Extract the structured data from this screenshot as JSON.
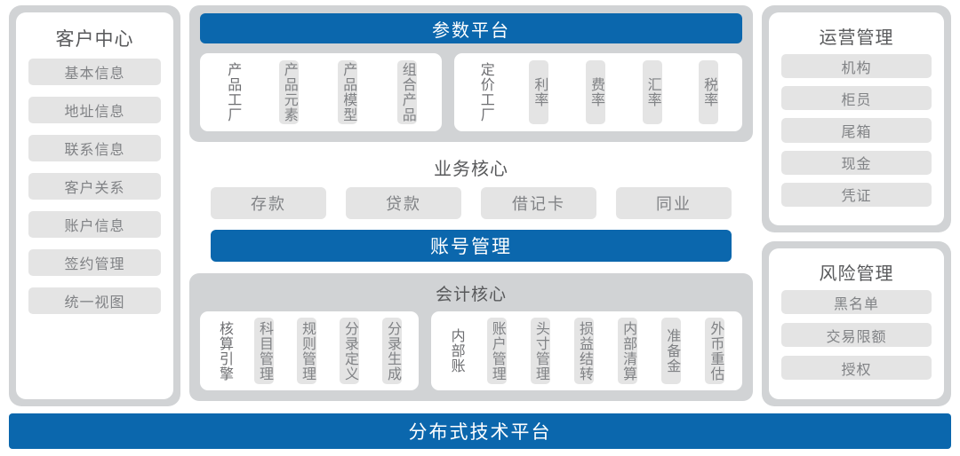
{
  "colors": {
    "blue": "#0b67ad",
    "shell_gray": "#d1d3d5",
    "chip_gray": "#e4e4e4",
    "title_text": "#58595b",
    "chip_text": "#808285",
    "card_white": "#ffffff"
  },
  "left_panel": {
    "title": "客户中心",
    "items": [
      {
        "label": "基本信息"
      },
      {
        "label": "地址信息"
      },
      {
        "label": "联系信息"
      },
      {
        "label": "客户关系"
      },
      {
        "label": "账户信息"
      },
      {
        "label": "签约管理"
      },
      {
        "label": "统一视图"
      }
    ]
  },
  "parameter_platform": {
    "title": "参数平台",
    "groups": [
      {
        "lead_label": "产品工厂",
        "items": [
          {
            "label": "产品元素"
          },
          {
            "label": "产品模型"
          },
          {
            "label": "组合产品"
          }
        ]
      },
      {
        "lead_label": "定价工厂",
        "items": [
          {
            "label": "利率"
          },
          {
            "label": "费率"
          },
          {
            "label": "汇率"
          },
          {
            "label": "税率"
          }
        ]
      }
    ]
  },
  "business_core": {
    "title": "业务核心",
    "items": [
      {
        "label": "存款"
      },
      {
        "label": "贷款"
      },
      {
        "label": "借记卡"
      },
      {
        "label": "同业"
      }
    ]
  },
  "account_management": {
    "title": "账号管理"
  },
  "accounting_core": {
    "title": "会计核心",
    "groups": [
      {
        "lead_label": "核算引擎",
        "items": [
          {
            "label": "科目管理"
          },
          {
            "label": "规则管理"
          },
          {
            "label": "分录定义"
          },
          {
            "label": "分录生成"
          }
        ]
      },
      {
        "lead_label": "内部账",
        "items": [
          {
            "label": "账户管理"
          },
          {
            "label": "头寸管理"
          },
          {
            "label": "损益结转"
          },
          {
            "label": "内部清算"
          },
          {
            "label": "准备金"
          },
          {
            "label": "外币重估"
          }
        ]
      }
    ]
  },
  "operations_panel": {
    "title": "运营管理",
    "items": [
      {
        "label": "机构"
      },
      {
        "label": "柜员"
      },
      {
        "label": "尾箱"
      },
      {
        "label": "现金"
      },
      {
        "label": "凭证"
      }
    ]
  },
  "risk_panel": {
    "title": "风险管理",
    "items": [
      {
        "label": "黑名单"
      },
      {
        "label": "交易限额"
      },
      {
        "label": "授权"
      }
    ]
  },
  "platform_bar": {
    "title": "分布式技术平台"
  }
}
